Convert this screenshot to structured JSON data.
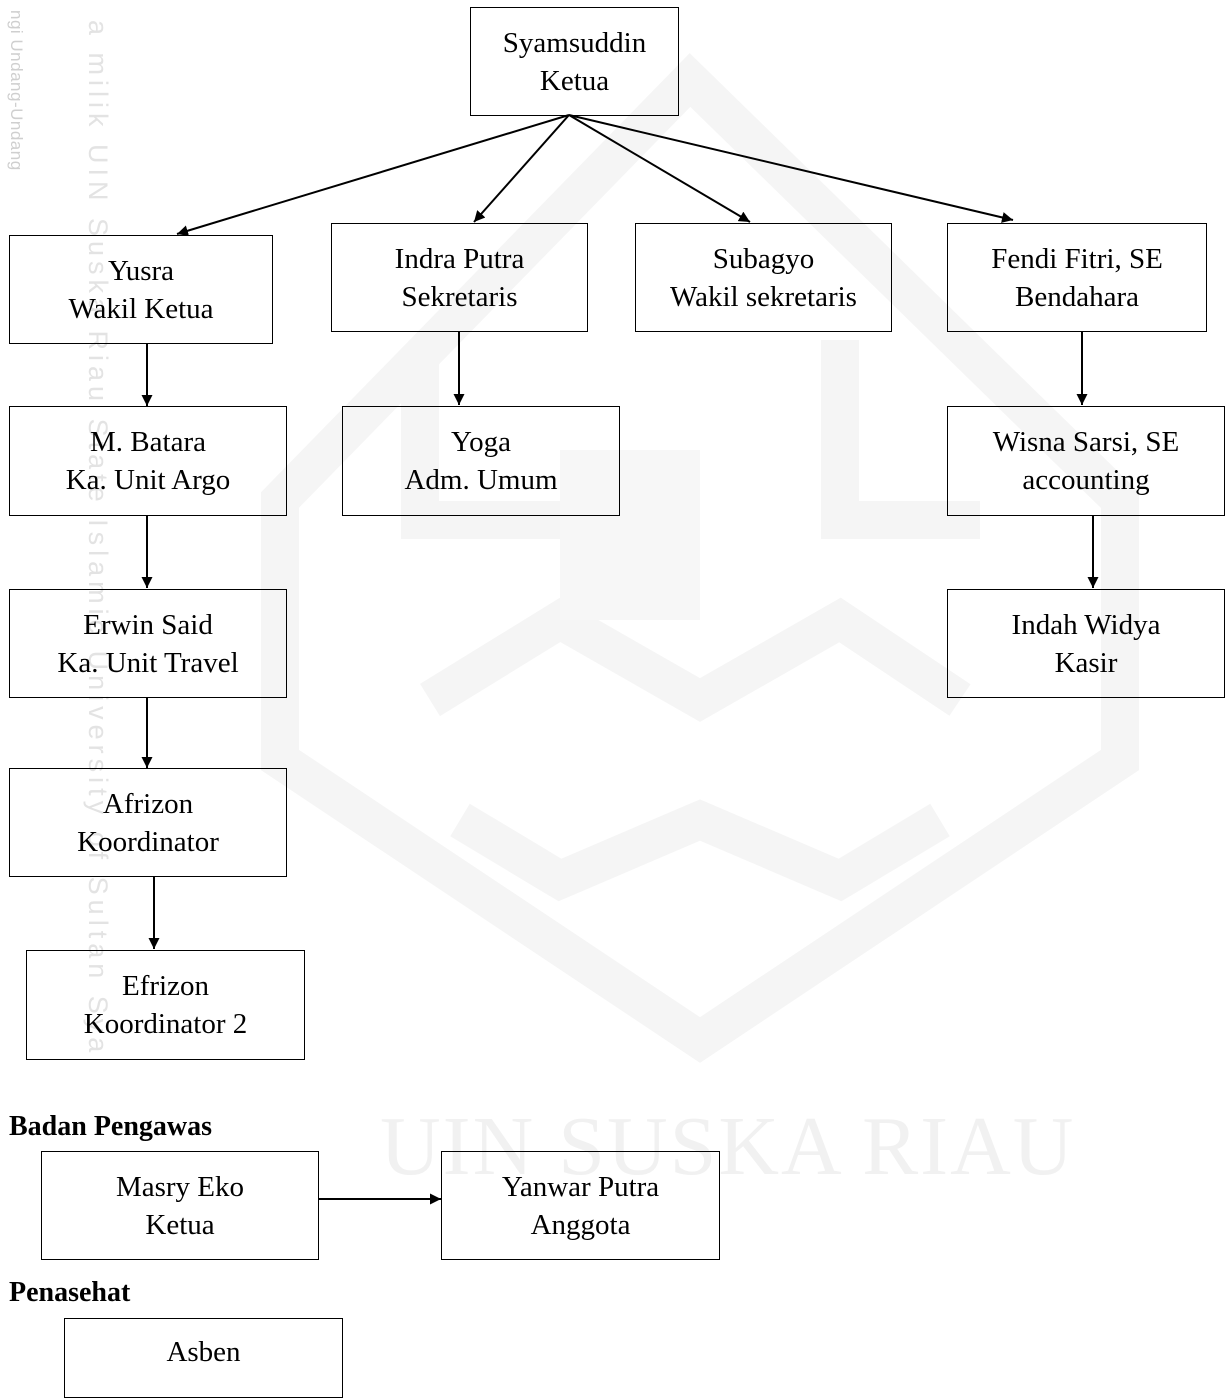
{
  "watermark": {
    "side_text": "ngi Undang-Undang",
    "stripe_text": "a milik UIN Suska Riau State Islamic University of Sultan Sya",
    "logo_text": "UIN SUSKA RIAU"
  },
  "org_chart": {
    "ketua": {
      "name": "Syamsuddin",
      "role": "Ketua"
    },
    "wakil_ketua": {
      "name": "Yusra",
      "role": "Wakil Ketua"
    },
    "sekretaris": {
      "name": "Indra Putra",
      "role": "Sekretaris"
    },
    "wakil_sekretaris": {
      "name": "Subagyo",
      "role": "Wakil sekretaris"
    },
    "bendahara": {
      "name": "Fendi Fitri, SE",
      "role": "Bendahara"
    },
    "unit_argo": {
      "name": "M. Batara",
      "role": "Ka. Unit Argo"
    },
    "adm_umum": {
      "name": "Yoga",
      "role": "Adm. Umum"
    },
    "accounting": {
      "name": "Wisna Sarsi, SE",
      "role": "accounting"
    },
    "unit_travel": {
      "name": "Erwin Said",
      "role": "Ka. Unit Travel"
    },
    "kasir": {
      "name": "Indah Widya",
      "role": "Kasir"
    },
    "koordinator": {
      "name": "Afrizon",
      "role": "Koordinator"
    },
    "koordinator_2": {
      "name": "Efrizon",
      "role": "Koordinator 2"
    }
  },
  "badan_pengawas": {
    "label": "Badan Pengawas",
    "ketua": {
      "name": "Masry Eko",
      "role": "Ketua"
    },
    "anggota": {
      "name": "Yanwar Putra",
      "role": "Anggota"
    }
  },
  "penasehat": {
    "label": "Penasehat",
    "member": {
      "name": "Asben"
    }
  }
}
